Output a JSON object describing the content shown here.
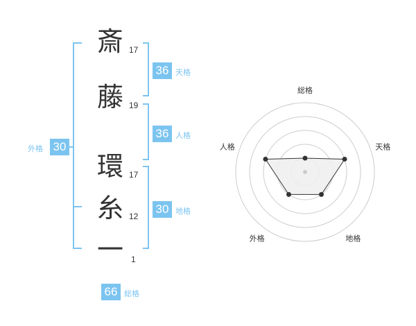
{
  "name": {
    "chars": [
      {
        "char": "斎",
        "strokes": "17"
      },
      {
        "char": "藤",
        "strokes": "19"
      },
      {
        "char": "環",
        "strokes": "17"
      },
      {
        "char": "糸",
        "strokes": "12"
      },
      {
        "char": "一",
        "strokes": "1"
      }
    ]
  },
  "fortunes": {
    "tenkaku": {
      "value": "36",
      "label": "天格"
    },
    "jinkaku": {
      "value": "36",
      "label": "人格"
    },
    "chikaku": {
      "value": "30",
      "label": "地格"
    },
    "gaikaku": {
      "value": "30",
      "label": "外格"
    },
    "soukaku": {
      "value": "66",
      "label": "総格"
    }
  },
  "colors": {
    "accent": "#7cc4f0",
    "text": "#333333",
    "grid": "#cccccc",
    "fill": "#eeeeee"
  },
  "chart_data": {
    "type": "radar",
    "axes": [
      "総格",
      "天格",
      "地格",
      "外格",
      "人格"
    ],
    "values": [
      1,
      3,
      2,
      2,
      3
    ],
    "max": 5,
    "grid_rings": 5
  }
}
